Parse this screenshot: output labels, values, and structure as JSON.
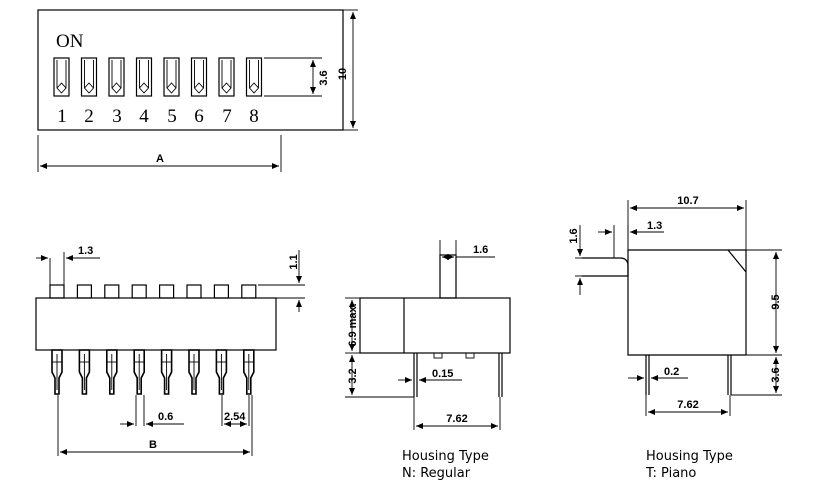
{
  "top_view": {
    "on_label": "ON",
    "switch_numbers": [
      "1",
      "2",
      "3",
      "4",
      "5",
      "6",
      "7",
      "8"
    ],
    "dim_height": "10",
    "dim_actuator": "3.6",
    "dim_length": "A"
  },
  "side_view": {
    "dim_pin_width": "1.3",
    "dim_actuator_height": "1.1",
    "dim_pin": "0.6",
    "dim_pitch": "2.54",
    "dim_span": "B"
  },
  "regular_view": {
    "dim_actuator": "1.6",
    "dim_body_height": "6.9 max.",
    "dim_pin_length": "3.2",
    "dim_pin_thickness": "0.15",
    "dim_row_spacing": "7.62",
    "caption_line1": "Housing Type",
    "caption_line2": "N: Regular"
  },
  "piano_view": {
    "dim_width": "10.7",
    "dim_actuator_height": "1.6",
    "dim_actuator_width": "1.3",
    "dim_height": "9.5",
    "dim_pin_length": "3.6",
    "dim_pin_thickness": "0.2",
    "dim_row_spacing": "7.62",
    "caption_line1": "Housing Type",
    "caption_line2": "T: Piano"
  }
}
